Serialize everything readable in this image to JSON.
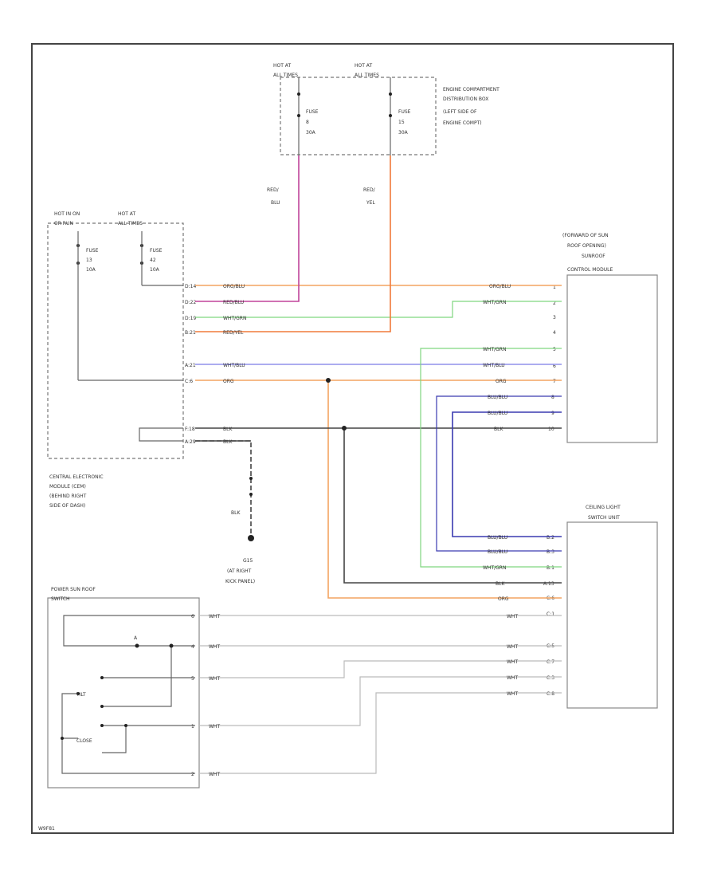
{
  "frame": {
    "corner_code": "W9F81"
  },
  "hot_top": [
    {
      "id": "hot-left-top",
      "line1": "HOT AT",
      "line2": "ALL TIMES"
    },
    {
      "id": "hot-right-top",
      "line1": "HOT AT",
      "line2": "ALL TIMES"
    }
  ],
  "fuses_top": [
    {
      "line1": "FUSE",
      "line2": "8",
      "line3": "30A"
    },
    {
      "line1": "FUSE",
      "line2": "15",
      "line3": "30A"
    }
  ],
  "engine_box_label": [
    "ENGINE COMPARTMENT",
    "DISTRIBUTION BOX",
    "(LEFT SIDE OF",
    "ENGINE COMPT)"
  ],
  "vertical_wire_labels": [
    {
      "line1": "RED/",
      "line2": "BLU"
    },
    {
      "line1": "RED/",
      "line2": "YEL"
    }
  ],
  "cem_hot": [
    {
      "line1": "HOT IN ON",
      "line2": "OR RUN"
    },
    {
      "line1": "HOT AT",
      "line2": "ALL TIMES"
    }
  ],
  "cem_fuses": [
    {
      "line1": "FUSE",
      "line2": "13",
      "line3": "10A"
    },
    {
      "line1": "FUSE",
      "line2": "42",
      "line3": "10A"
    }
  ],
  "cem_pins": [
    "D:14",
    "D:22",
    "D:19",
    "B:21",
    "A:21",
    "C:6",
    "F:18",
    "A:29"
  ],
  "cem_label": [
    "CENTRAL ELECTRONIC",
    "MODULE (CEM)",
    "(BEHIND RIGHT",
    "SIDE OF DASH)"
  ],
  "module_label": [
    "(FORWARD OF SUN",
    "ROOF OPENING)",
    "SUNROOF",
    "CONTROL MODULE"
  ],
  "module_pins": [
    "1",
    "2",
    "3",
    "4",
    "5",
    "6",
    "7",
    "8",
    "9",
    "10"
  ],
  "ceiling_label": [
    "CEILING LIGHT",
    "SWITCH UNIT"
  ],
  "ceiling_pins": [
    "B:2",
    "B:3",
    "B:1",
    "A:13",
    "C:6",
    "C:1",
    "C:5",
    "C:7",
    "C:3",
    "C:8"
  ],
  "switch_label": [
    "POWER SUN ROOF",
    "SWITCH"
  ],
  "switch_pins": [
    "6",
    "4",
    "5",
    "1",
    "2"
  ],
  "switch_internal": {
    "sw1": "A",
    "tilt": "TILT",
    "close": "CLOSE"
  },
  "ground": {
    "wire": "BLK",
    "id": "G15",
    "line2": "(AT RIGHT",
    "line3": "KICK PANEL)"
  },
  "wires": {
    "orgblu": "ORG/BLU",
    "redblu": "RED/BLU",
    "whtgrn": "WHT/GRN",
    "redyel": "RED/YEL",
    "whtblu": "WHT/BLU",
    "org": "ORG",
    "blk": "BLK",
    "blublu": "BLU/BLU",
    "wht": "WHT"
  },
  "colors": {
    "orange": "#f4a460",
    "pink": "#c0449a",
    "green": "#7fd67f",
    "red_orange": "#f07a3a",
    "blue": "#7a7ae6",
    "dark_blue": "#3a3ab0",
    "black": "#444444",
    "white_wire": "#bbbbbb",
    "gray": "#888888"
  }
}
